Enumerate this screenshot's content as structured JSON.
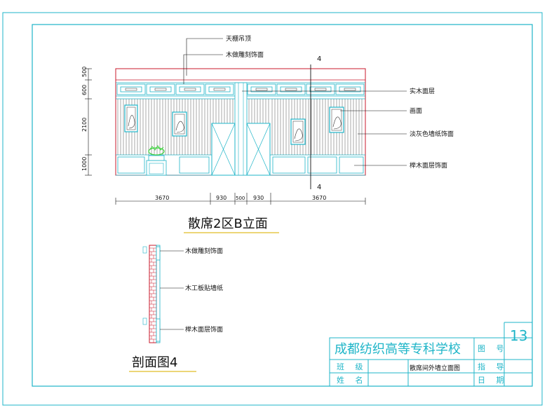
{
  "elevation": {
    "title": "散席2区B立面",
    "callouts": {
      "ceiling": "天棚吊顶",
      "carved_panel": "木做雕刻饰面",
      "solid_wood": "实木面层",
      "painting": "画面",
      "wallpaper": "淡灰色墙纸饰面",
      "beech_wood": "榉木面层饰面"
    },
    "section_marker": "4",
    "dims_vertical": [
      "500",
      "600",
      "2100",
      "1000"
    ],
    "dims_horizontal": [
      "3670",
      "930",
      "500",
      "930",
      "3670"
    ]
  },
  "section": {
    "title": "剖面图4",
    "callouts": {
      "carved_panel": "木做雕刻饰面",
      "plywood_wallpaper": "木工板贴墙纸",
      "beech_wood": "榉木面层饰面"
    }
  },
  "title_block": {
    "school": "成都纺织高等专科学校",
    "drawing_no_label": "图 号",
    "class_label": "班 级",
    "drawing_name": "散席间外墙立面图",
    "instructor_label": "指 导",
    "name_label": "姓 名",
    "date_label": "日 期",
    "page_number": "13"
  },
  "colors": {
    "frame": "#1fb5c8",
    "wall_outline": "#c8182b",
    "linework": "#1fb5c8",
    "stripes": "#555555",
    "plant": "#3bd13b"
  }
}
